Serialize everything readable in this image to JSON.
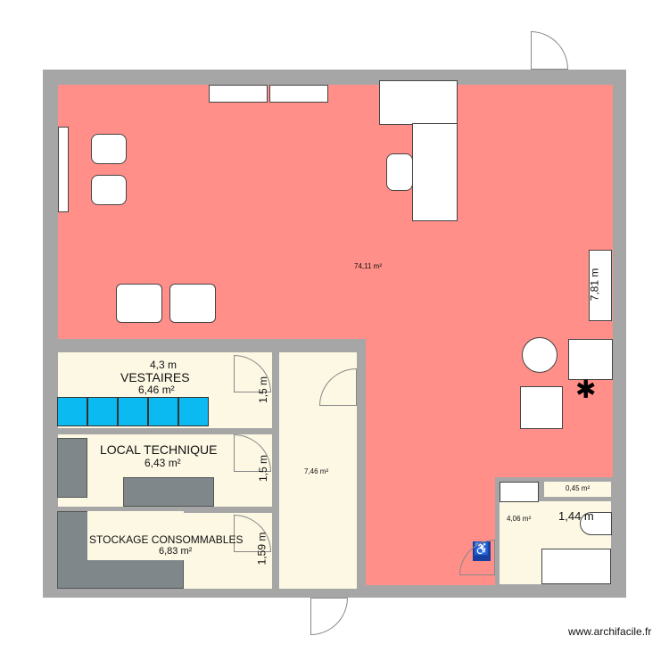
{
  "rooms": {
    "main": {
      "area": "74,11 m²",
      "dimension": "7,81 m"
    },
    "vestiaires": {
      "name": "VESTAIRES",
      "area": "6,46 m²",
      "width": "4,3 m",
      "height": "1,5 m"
    },
    "local_technique": {
      "name": "LOCAL TECHNIQUE",
      "area": "6,43 m²",
      "height": "1,5 m"
    },
    "stockage": {
      "name": "STOCKAGE CONSOMMABLES",
      "area": "6,83 m²",
      "height": "1,59 m"
    },
    "corridor": {
      "area": "7,46 m²"
    },
    "bathroom": {
      "area": "4,06 m²",
      "width": "1,44 m"
    },
    "closet": {
      "area": "0,45 m²"
    }
  },
  "colors": {
    "main_room": "#ff8f88",
    "rooms": "#fdf8e4",
    "walls": "#a6a6a6",
    "lockers": "#0abaf0"
  },
  "watermark": "www.archifacile.fr"
}
